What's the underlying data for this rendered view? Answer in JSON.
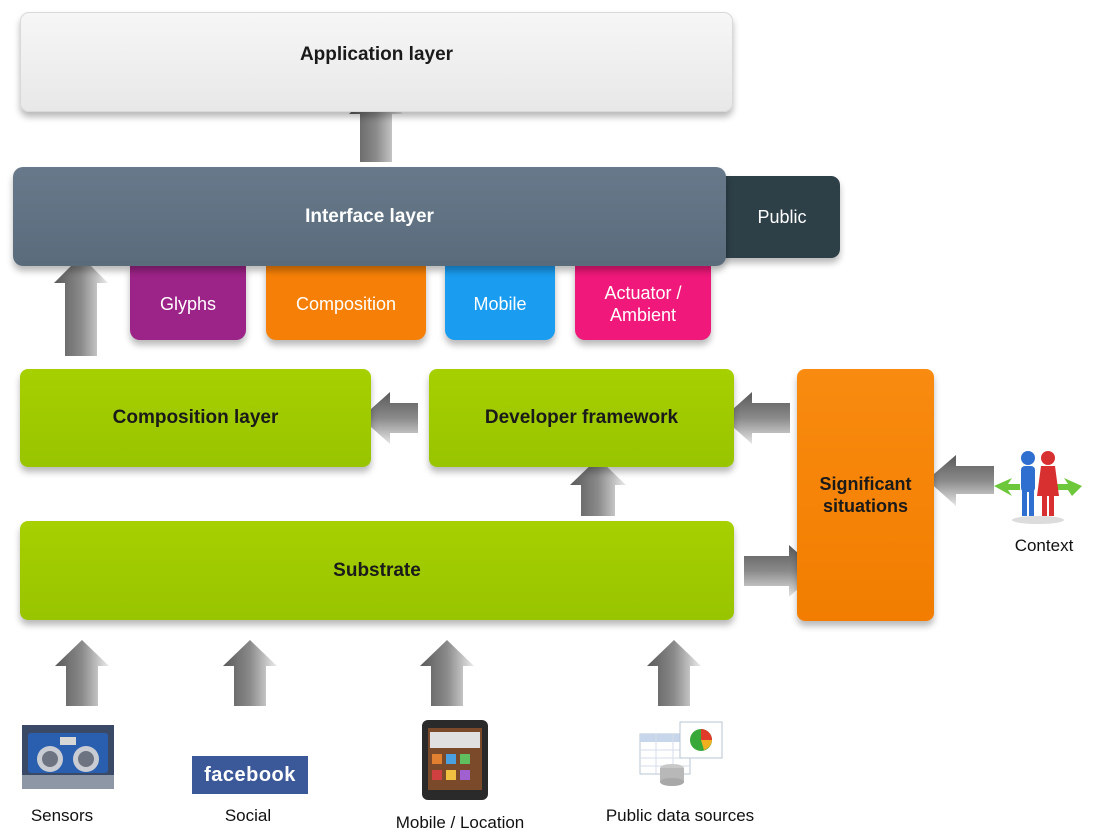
{
  "layers": {
    "application": "Application layer",
    "interface": "Interface layer",
    "public": "Public",
    "composition_layer": "Composition layer",
    "developer_framework": "Developer framework",
    "substrate": "Substrate",
    "significant_situations": [
      "Significant",
      "situations"
    ]
  },
  "interface_tabs": {
    "glyphs": "Glyphs",
    "composition": "Composition",
    "mobile": "Mobile",
    "actuator": [
      "Actuator /",
      "Ambient"
    ]
  },
  "sources": {
    "sensors": "Sensors",
    "social": "Social",
    "social_logo": "facebook",
    "mobile_location": "Mobile / Location",
    "public_data": "Public data sources"
  },
  "context": "Context",
  "colors": {
    "interface": "#5f7182",
    "public": "#2d3f47",
    "green": "#a2cc00",
    "orange": "#f57f04",
    "glyphs": "#9c2387",
    "composition_tab": "#f68007",
    "mobile_tab": "#1a9cf0",
    "actuator_tab": "#f0187a",
    "arrow": "#6d6d6d"
  }
}
